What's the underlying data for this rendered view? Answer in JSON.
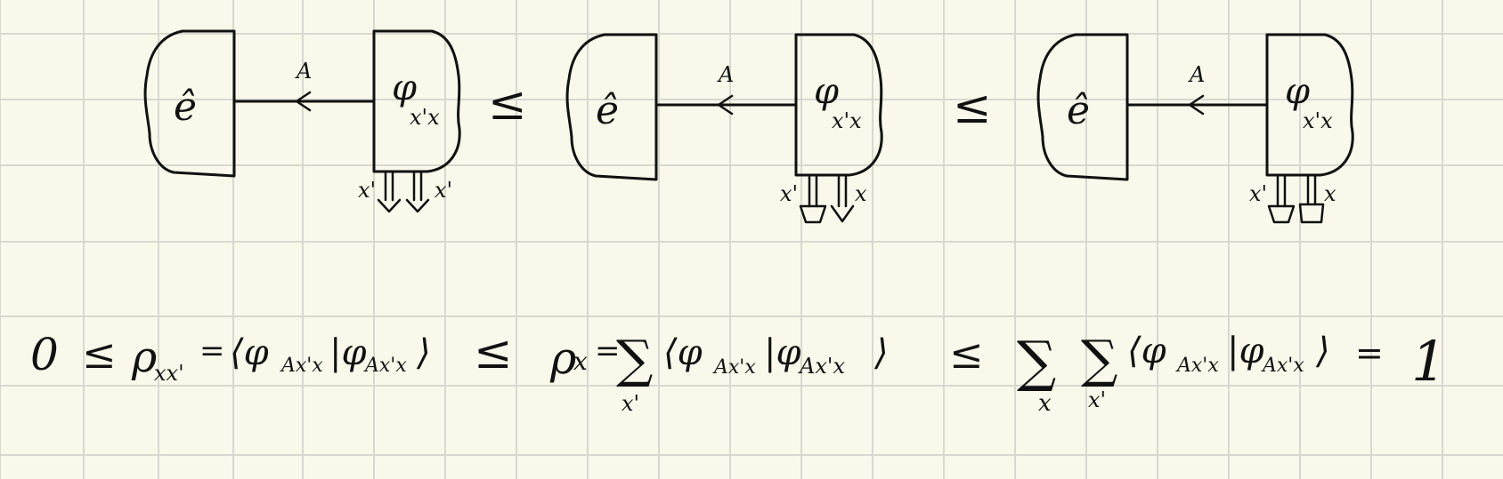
{
  "diagrams": [
    {
      "effect": "ê",
      "wire": "A",
      "state": "φ",
      "state_sub": "x'x",
      "out_left": "x'",
      "out_right": "x'"
    },
    {
      "effect": "ê",
      "wire": "A",
      "state": "φ",
      "state_sub": "x'x",
      "out_left": "x'",
      "out_right": "x"
    },
    {
      "effect": "ê",
      "wire": "A",
      "state": "φ",
      "state_sub": "x'x",
      "out_left": "x'",
      "out_right": "x"
    }
  ],
  "relations_top": [
    "≤",
    "≤"
  ],
  "equation": {
    "zero": "0",
    "leq": "≤",
    "rho_xx": "ρ",
    "rho_xx_sub": "xx'",
    "eq1": "=",
    "bracket1": "⟨φ",
    "bracket1_sub1": "Ax'x",
    "bracket1_mid": "|φ",
    "bracket1_sub2": "Ax'x",
    "bracket1_close": "⟩",
    "leq2": "≤",
    "rho_x": "ρ",
    "rho_x_sub": "x",
    "eq2": "=",
    "sum1": "∑",
    "sum1_index": "x'",
    "bracket2": "⟨φ",
    "bracket2_sub1": "Ax'x",
    "bracket2_mid": "|φ",
    "bracket2_sub2": "Ax'x",
    "bracket2_close": "⟩",
    "leq3": "≤",
    "sum2": "∑",
    "sum2_index": "x",
    "sum3": "∑",
    "sum3_index": "x'",
    "bracket3": "⟨φ",
    "bracket3_sub1": "Ax'x",
    "bracket3_mid": "|φ",
    "bracket3_sub2": "Ax'x",
    "bracket3_close": "⟩",
    "eq3": "=",
    "one": "1"
  }
}
